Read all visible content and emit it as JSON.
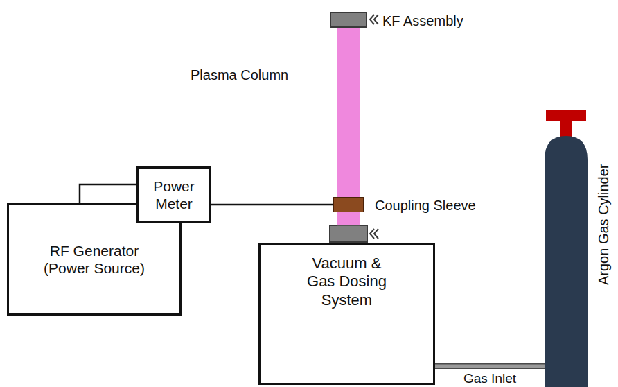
{
  "diagram": {
    "nodes": [
      {
        "text": [
          "RF Generator (Power Source)"
        ]
      },
      {
        "text": [
          "Power Meter"
        ]
      },
      {
        "text": [
          "Vacuum & Gas Dosing System"
        ]
      },
      {
        "text": [
          "Plasma Column"
        ]
      },
      {
        "text": [
          "Coupling Sleeve"
        ]
      },
      {
        "text": [
          "KF Assembly"
        ]
      },
      {
        "text": [
          "Argon Gas Cylinder"
        ]
      }
    ],
    "edges": [
      {
        "from": 0,
        "to": 1,
        "arrow": "none"
      },
      {
        "from": 1,
        "to": 4,
        "arrow": "none"
      },
      {
        "from": 2,
        "to": 6,
        "label": "Gas Inlet",
        "arrow": "none"
      }
    ]
  }
}
